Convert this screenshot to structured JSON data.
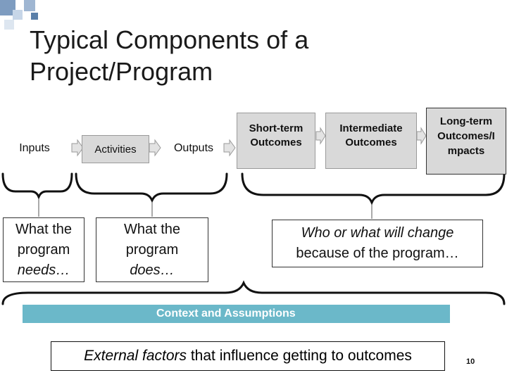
{
  "slide": {
    "title": "Typical Components of a Project/Program",
    "page_number": "10"
  },
  "components": {
    "inputs": "Inputs",
    "activities": "Activities",
    "outputs": "Outputs",
    "short_term": "Short-term Outcomes",
    "intermediate": "Intermediate Outcomes",
    "long_term": "Long-term Outcomes/I mpacts"
  },
  "questions": {
    "needs_line1": "What the",
    "needs_line2": "program",
    "needs_line3": "needs…",
    "does_line1": "What the",
    "does_line2": "program",
    "does_line3": "does…",
    "change_line1": "Who or what will change",
    "change_line2": "because of the program…"
  },
  "context": {
    "bar_label": "Context and  Assumptions",
    "external_italic": "External factors",
    "external_rest": " that influence getting to outcomes"
  },
  "colors": {
    "box_fill": "#d9d9d9",
    "context_bar": "#6bb8c9",
    "accent_squares": "#5a7fa8"
  }
}
